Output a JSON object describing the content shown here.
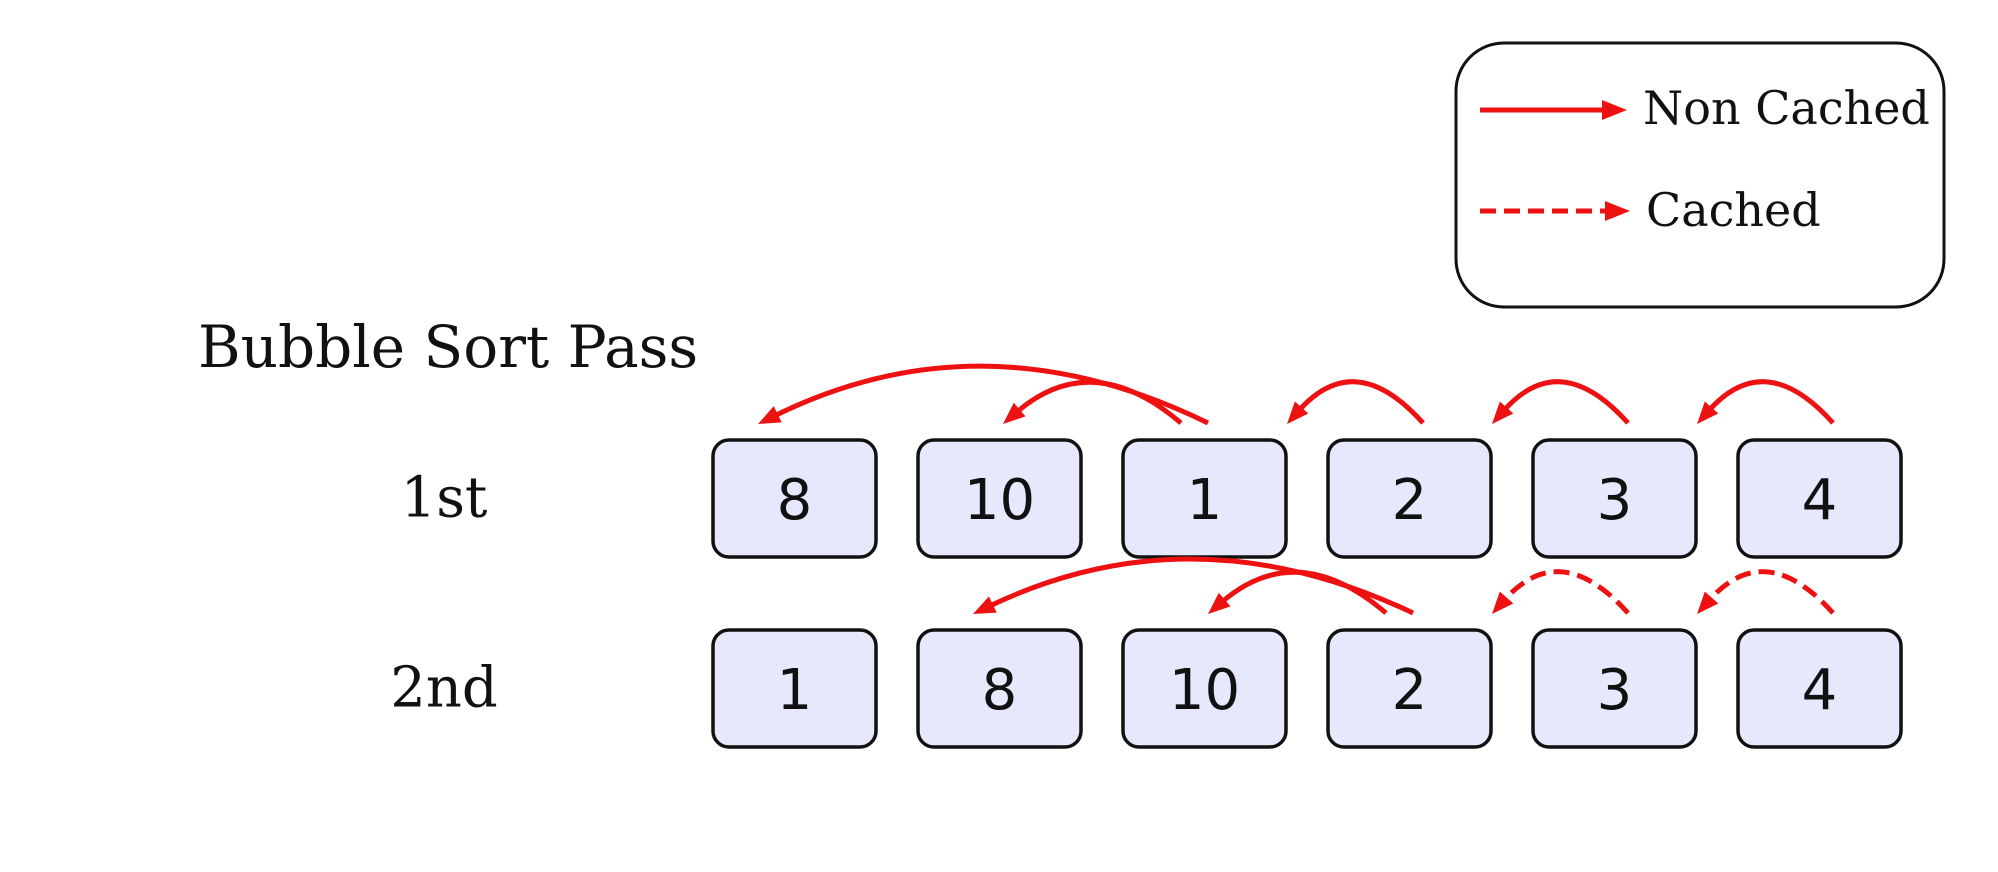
{
  "title": "Bubble Sort Pass",
  "legend": {
    "non_cached_label": "Non Cached",
    "cached_label": "Cached"
  },
  "colors": {
    "arrow": "#ee1111",
    "box_fill": "#e6e9fb",
    "box_stroke": "#111111"
  },
  "passes": [
    {
      "label": "1st",
      "values": [
        "8",
        "10",
        "1",
        "2",
        "3",
        "4"
      ],
      "arrows": [
        {
          "from": 5,
          "to": 4,
          "style": "non-cached"
        },
        {
          "from": 4,
          "to": 3,
          "style": "non-cached"
        },
        {
          "from": 3,
          "to": 2,
          "style": "non-cached"
        },
        {
          "from": 2,
          "to": 1,
          "style": "non-cached"
        },
        {
          "from": 2,
          "to": 0,
          "style": "non-cached"
        }
      ]
    },
    {
      "label": "2nd",
      "values": [
        "1",
        "8",
        "10",
        "2",
        "3",
        "4"
      ],
      "arrows": [
        {
          "from": 5,
          "to": 4,
          "style": "cached"
        },
        {
          "from": 4,
          "to": 3,
          "style": "cached"
        },
        {
          "from": 3,
          "to": 2,
          "style": "non-cached"
        },
        {
          "from": 3,
          "to": 1,
          "style": "non-cached"
        }
      ]
    }
  ]
}
